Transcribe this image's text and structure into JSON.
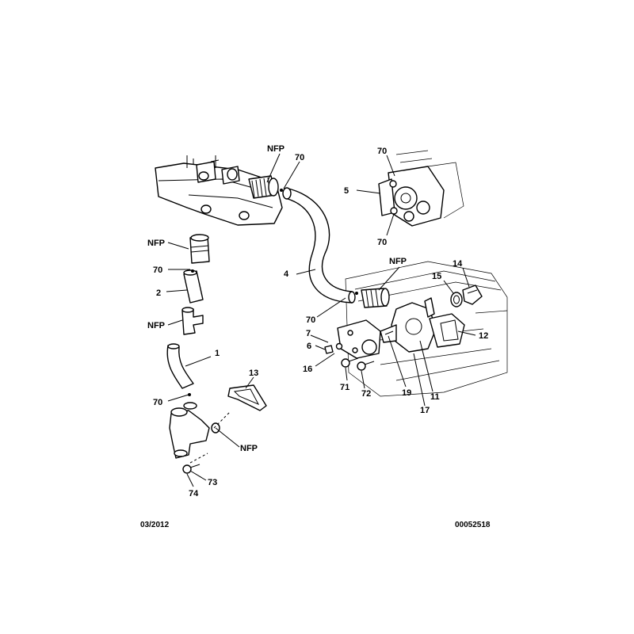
{
  "labels": {
    "nfp_top": "NFP",
    "p70_top": "70",
    "p70_r1": "70",
    "p5": "5",
    "p70_r2": "70",
    "nfp_left": "NFP",
    "p70_left1": "70",
    "p2": "2",
    "nfp_left2": "NFP",
    "p4": "4",
    "nfp_mid": "NFP",
    "p14": "14",
    "p15": "15",
    "p70_mid": "70",
    "p7": "7",
    "p6": "6",
    "p1": "1",
    "p12": "12",
    "p16": "16",
    "p13": "13",
    "p71": "71",
    "p72": "72",
    "p19": "19",
    "p11": "11",
    "p17": "17",
    "p70_left2": "70",
    "nfp_bottom": "NFP",
    "p73": "73",
    "p74": "74"
  },
  "footer": {
    "date": "03/2012",
    "ref": "00052518"
  }
}
